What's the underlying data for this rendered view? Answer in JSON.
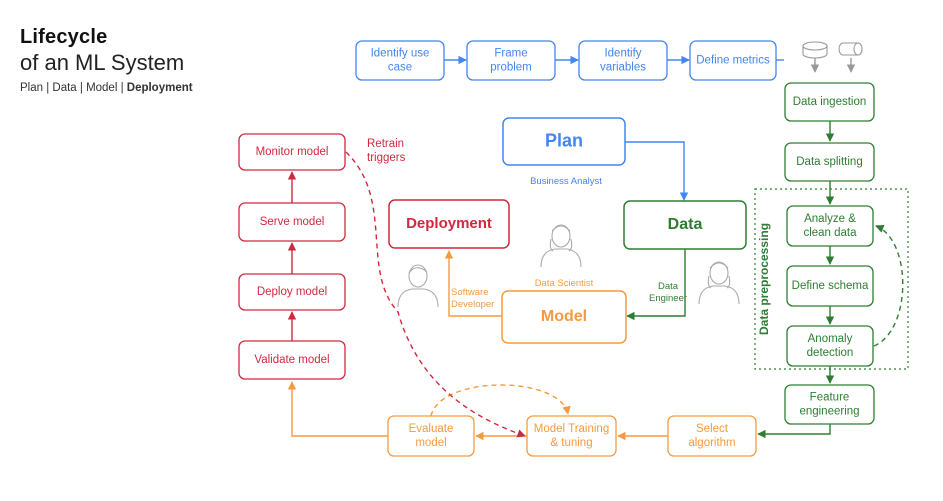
{
  "header": {
    "title": "Lifecycle",
    "subtitle": "of an ML System",
    "nav_plain": "Plan | Data | Model | ",
    "nav_bold": "Deployment"
  },
  "colors": {
    "plan": "#4285f4",
    "data": "#2e7d32",
    "model": "#f79a3e",
    "deploy": "#d0293f",
    "person": "#aaaaaa"
  },
  "plan": {
    "steps": [
      [
        "Identify use",
        "case"
      ],
      [
        "Frame",
        "problem"
      ],
      [
        "Identify",
        "variables"
      ],
      [
        "Define metrics"
      ]
    ],
    "main": "Plan",
    "role": "Business Analyst"
  },
  "data": {
    "main": "Data",
    "role": [
      "Data",
      "Engineer"
    ],
    "steps": {
      "ingestion": [
        "Data ingestion"
      ],
      "splitting": [
        "Data splitting"
      ],
      "analyze": [
        "Analyze &",
        "clean data"
      ],
      "schema": [
        "Define schema"
      ],
      "anomaly": [
        "Anomaly",
        "detection"
      ],
      "feature": [
        "Feature",
        "engineering"
      ]
    },
    "preprocessing_label": "Data preprocessing",
    "source_icons": [
      "database-icon",
      "pipe-icon"
    ]
  },
  "model": {
    "main": "Model",
    "role": "Data Scientist",
    "steps": {
      "select": [
        "Select",
        "algorithm"
      ],
      "training": [
        "Model Training",
        "& tuning"
      ],
      "evaluate": [
        "Evaluate",
        "model"
      ]
    }
  },
  "deployment": {
    "main": "Deployment",
    "role": [
      "Software",
      "Developer"
    ],
    "steps": {
      "validate": [
        "Validate model"
      ],
      "deploy": [
        "Deploy model"
      ],
      "serve": [
        "Serve model"
      ],
      "monitor": [
        "Monitor model"
      ]
    },
    "retrain": [
      "Retrain",
      "triggers"
    ]
  }
}
